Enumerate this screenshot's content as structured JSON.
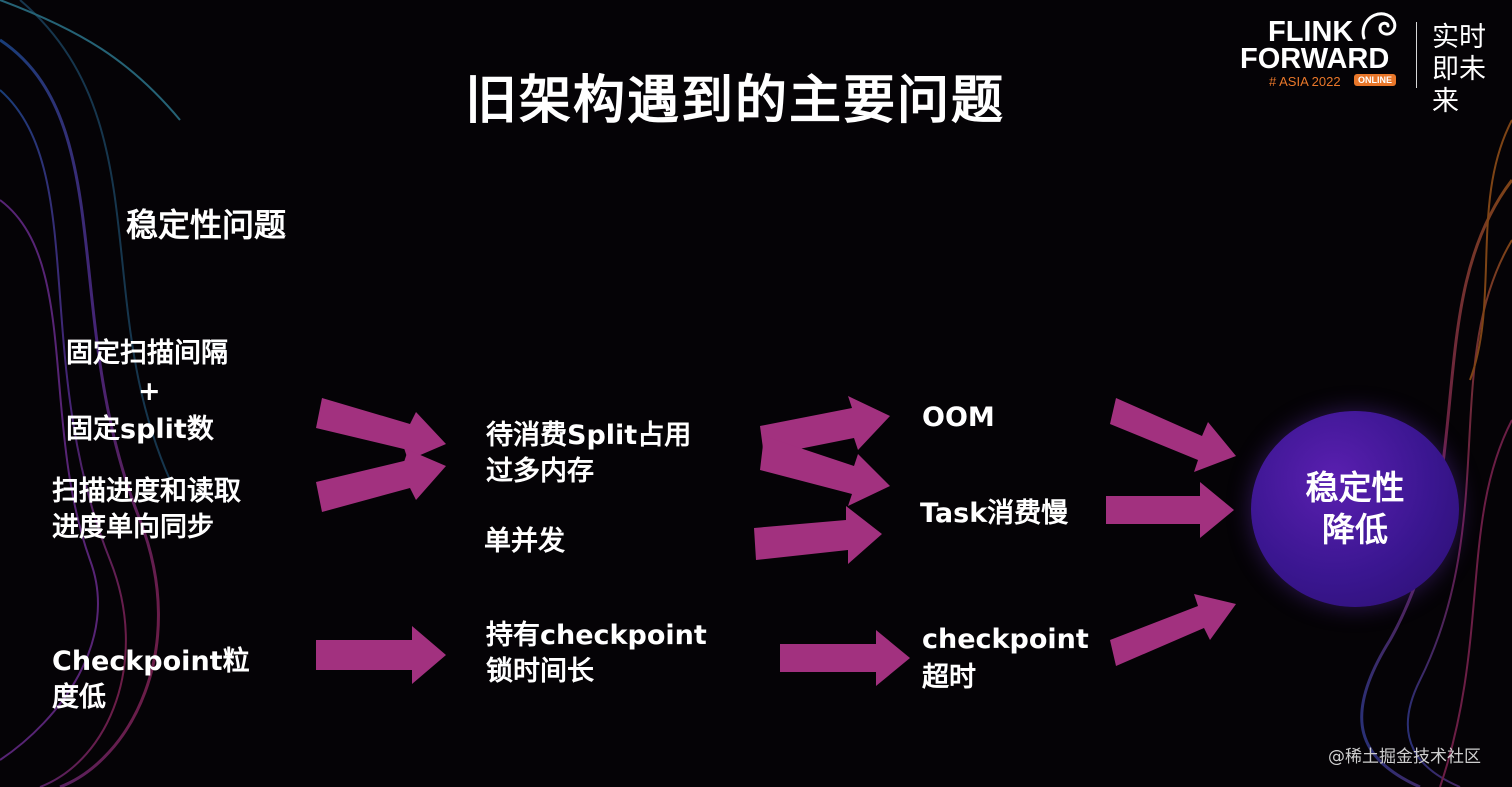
{
  "slide": {
    "title": "旧架构遇到的主要问题",
    "subtitle": "稳定性问题"
  },
  "logo": {
    "line1": "FLINK",
    "line2": "FORWARD",
    "event": "# ASIA 2022",
    "badge": "ONLINE",
    "slogan": "实时即未来",
    "accent_color": "#e9772a"
  },
  "diagram": {
    "causes": {
      "scan_line1": "固定扫描间隔",
      "plus": "+",
      "scan_line2": "固定split数",
      "sync_line1": "扫描进度和读取",
      "sync_line2": "进度单向同步",
      "ckpt_line1": "Checkpoint粒",
      "ckpt_line2": "度低"
    },
    "effects": {
      "split_line1": "待消费Split占用",
      "split_line2": "过多内存",
      "single": "单并发",
      "lock_line1": "持有checkpoint",
      "lock_line2": "锁时间长"
    },
    "results": {
      "oom": "OOM",
      "task_slow": "Task消费慢",
      "ckpt_line1": "checkpoint",
      "ckpt_line2": "超时"
    },
    "outcome": {
      "line1": "稳定性",
      "line2": "降低"
    },
    "arrow_color": "#a2317f",
    "circle_color": "#3a1690"
  },
  "watermark": "@稀土掘金技术社区"
}
